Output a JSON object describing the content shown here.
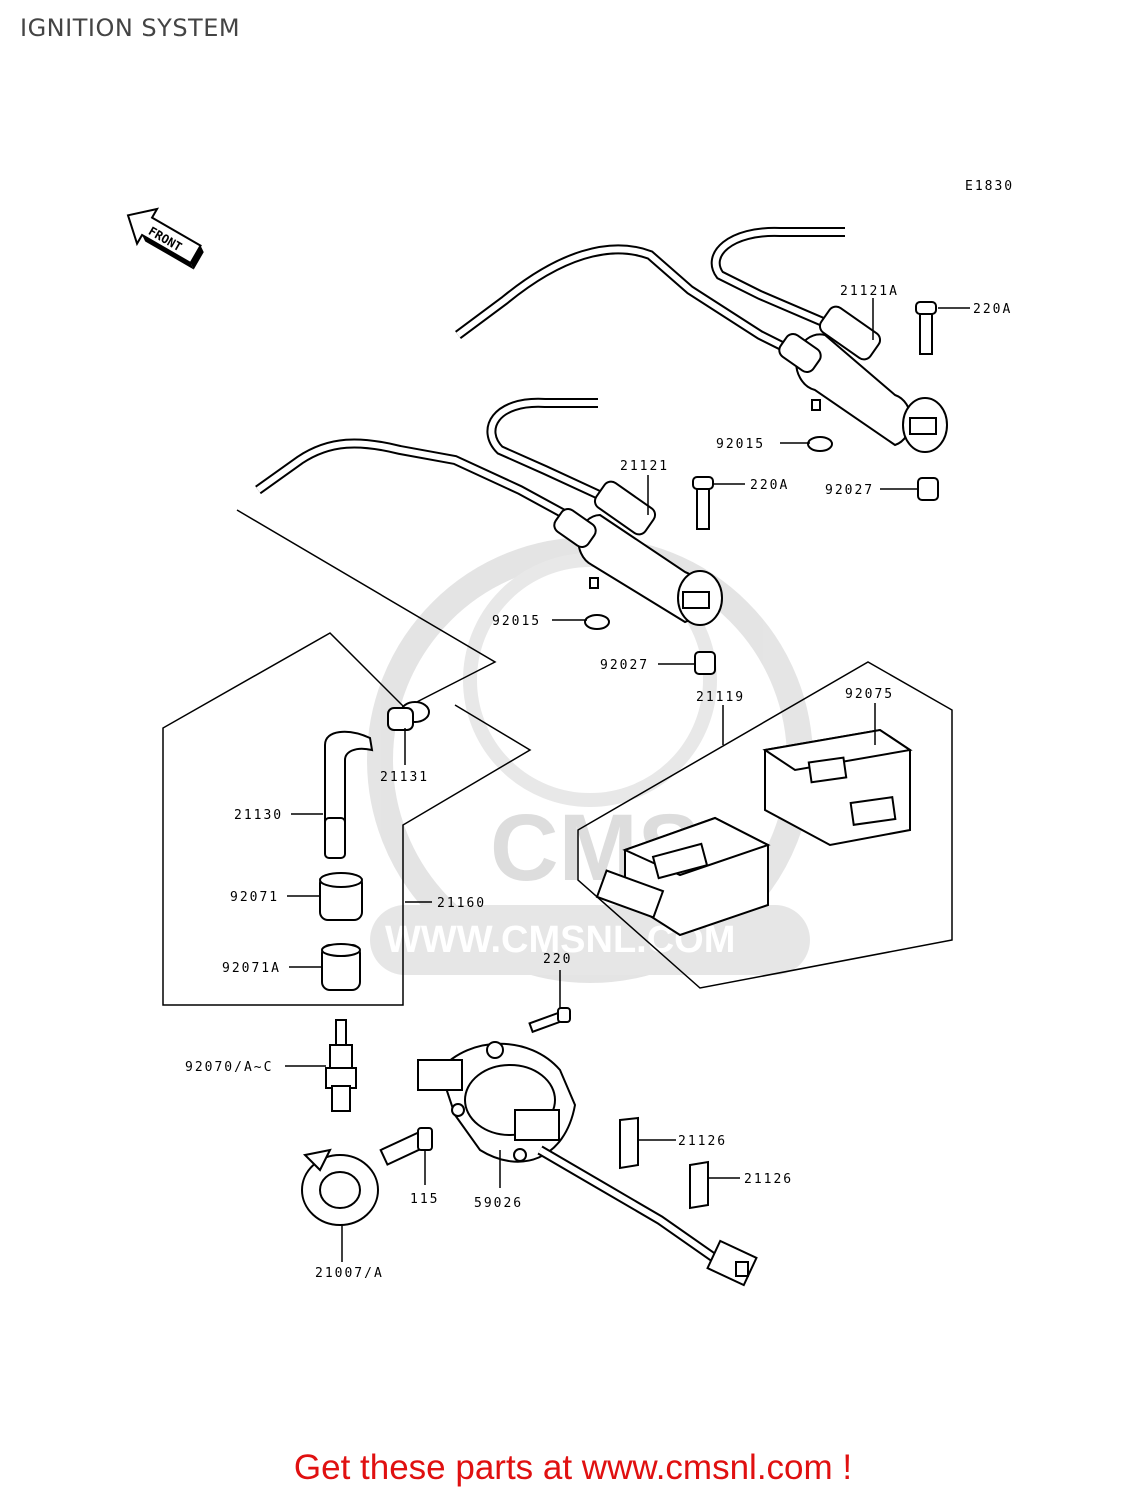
{
  "page": {
    "title": "IGNITION SYSTEM",
    "diagram_code": "E1830",
    "front_label": "FRONT",
    "banner": "Get these parts at www.cmsnl.com !"
  },
  "watermark": {
    "logo_text": "CMS",
    "url_text": "WWW.CMSNL.COM"
  },
  "parts": [
    {
      "id": "21121A",
      "label": "21121A"
    },
    {
      "id": "220A_top",
      "label": "220A"
    },
    {
      "id": "92015_top",
      "label": "92015"
    },
    {
      "id": "92027_top",
      "label": "92027"
    },
    {
      "id": "21121",
      "label": "21121"
    },
    {
      "id": "220A_mid",
      "label": "220A"
    },
    {
      "id": "92015_mid",
      "label": "92015"
    },
    {
      "id": "92027_mid",
      "label": "92027"
    },
    {
      "id": "21119",
      "label": "21119"
    },
    {
      "id": "92075",
      "label": "92075"
    },
    {
      "id": "21131",
      "label": "21131"
    },
    {
      "id": "21130",
      "label": "21130"
    },
    {
      "id": "92071",
      "label": "92071"
    },
    {
      "id": "21160",
      "label": "21160"
    },
    {
      "id": "92071A",
      "label": "92071A"
    },
    {
      "id": "220",
      "label": "220"
    },
    {
      "id": "92070",
      "label": "92070/A~C"
    },
    {
      "id": "21126_a",
      "label": "21126"
    },
    {
      "id": "21126_b",
      "label": "21126"
    },
    {
      "id": "115",
      "label": "115"
    },
    {
      "id": "59026",
      "label": "59026"
    },
    {
      "id": "21007",
      "label": "21007/A"
    }
  ]
}
